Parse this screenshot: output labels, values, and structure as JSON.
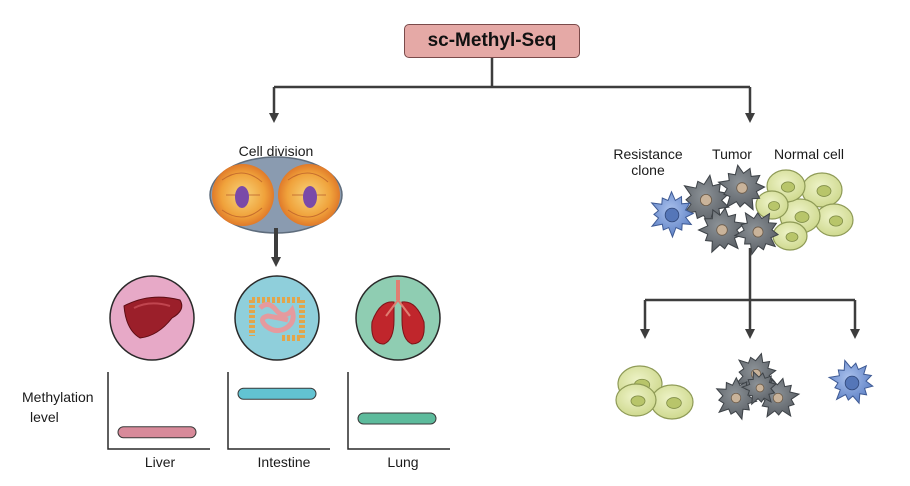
{
  "title": "sc-Methyl-Seq",
  "left_branch": {
    "label": "Cell division",
    "y_axis_label_line1": "Methylation",
    "y_axis_label_line2": "level",
    "organs": [
      {
        "name": "Liver",
        "methylation_level": 0.15,
        "bar_color": "#d88a9a",
        "circle_color": "#e7a9c7"
      },
      {
        "name": "Intestine",
        "methylation_level": 0.85,
        "bar_color": "#62c3d2",
        "circle_color": "#8fcfdb"
      },
      {
        "name": "Lung",
        "methylation_level": 0.4,
        "bar_color": "#5dbb9c",
        "circle_color": "#8fcdb2"
      }
    ]
  },
  "right_branch": {
    "labels": {
      "resistance_line1": "Resistance",
      "resistance_line2": "clone",
      "tumor": "Tumor",
      "normal": "Normal cell"
    }
  },
  "colors": {
    "arrow": "#3d3d3d",
    "normal_cell": "#d9e4a4",
    "tumor_cell": "#6f7479",
    "resistance_cell": "#7d9bd6"
  }
}
